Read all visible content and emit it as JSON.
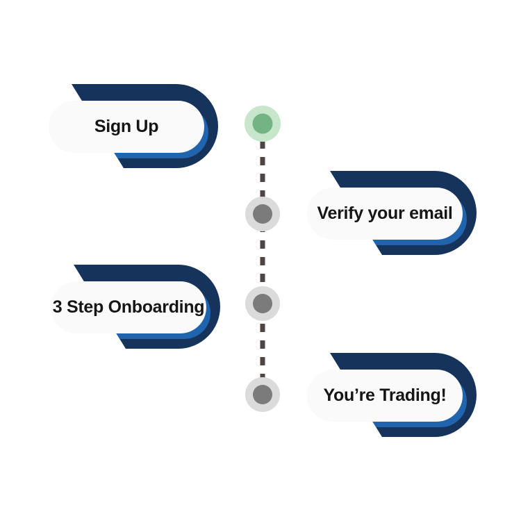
{
  "diagram_type": "onboarding-timeline",
  "steps": [
    {
      "label": "Sign Up",
      "side": "left",
      "dot_state": "active",
      "dot_color": "green"
    },
    {
      "label": "Verify your email",
      "side": "right",
      "dot_state": "inactive",
      "dot_color": "gray"
    },
    {
      "label": "3 Step Onboarding",
      "side": "left",
      "dot_state": "inactive",
      "dot_color": "gray"
    },
    {
      "label": "You’re Trading!",
      "side": "right",
      "dot_state": "inactive",
      "dot_color": "gray"
    }
  ],
  "colors": {
    "background": "#ffffff",
    "ribbon_navy": "#16335c",
    "ribbon_blue_accent": "#1f64ad",
    "pill_fill": "#fafafa",
    "label_text": "#161616",
    "connector_dash": "#4f4444",
    "dot_green_outer": "#c7e6cc",
    "dot_green_inner": "#74b483",
    "dot_gray_outer": "#dbdbdb",
    "dot_gray_inner": "#7b7b7b"
  }
}
